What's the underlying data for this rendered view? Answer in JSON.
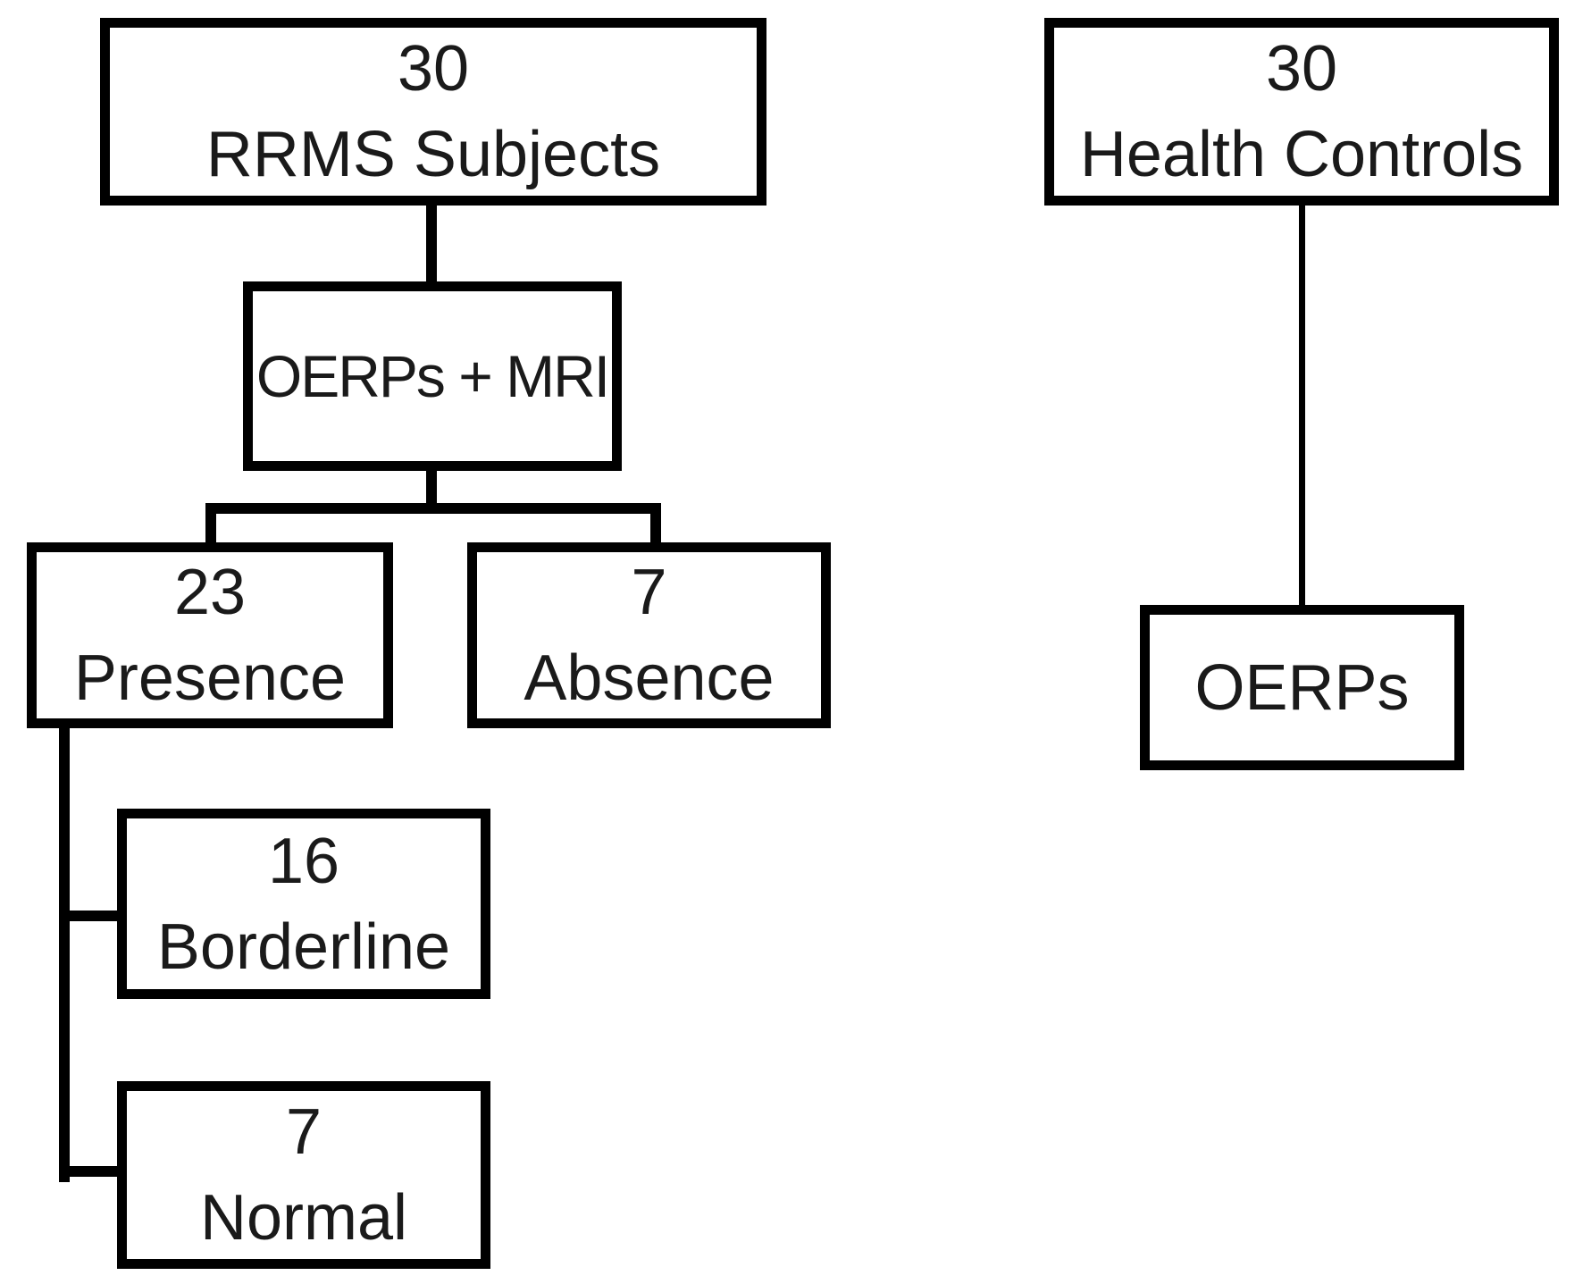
{
  "diagram": {
    "colors": {
      "border": "#000000",
      "text": "#1a1a1a",
      "background": "#ffffff"
    },
    "boxes": [
      {
        "id": "rrms-subjects",
        "count": "30",
        "label": "RRMS Subjects"
      },
      {
        "id": "oerps-mri",
        "label": "OERPs + MRI"
      },
      {
        "id": "presence",
        "count": "23",
        "label": "Presence"
      },
      {
        "id": "absence",
        "count": "7",
        "label": "Absence"
      },
      {
        "id": "borderline",
        "count": "16",
        "label": "Borderline"
      },
      {
        "id": "normal",
        "count": "7",
        "label": "Normal"
      },
      {
        "id": "health-controls",
        "count": "30",
        "label": "Health Controls"
      },
      {
        "id": "oerps",
        "label": "OERPs"
      }
    ]
  }
}
